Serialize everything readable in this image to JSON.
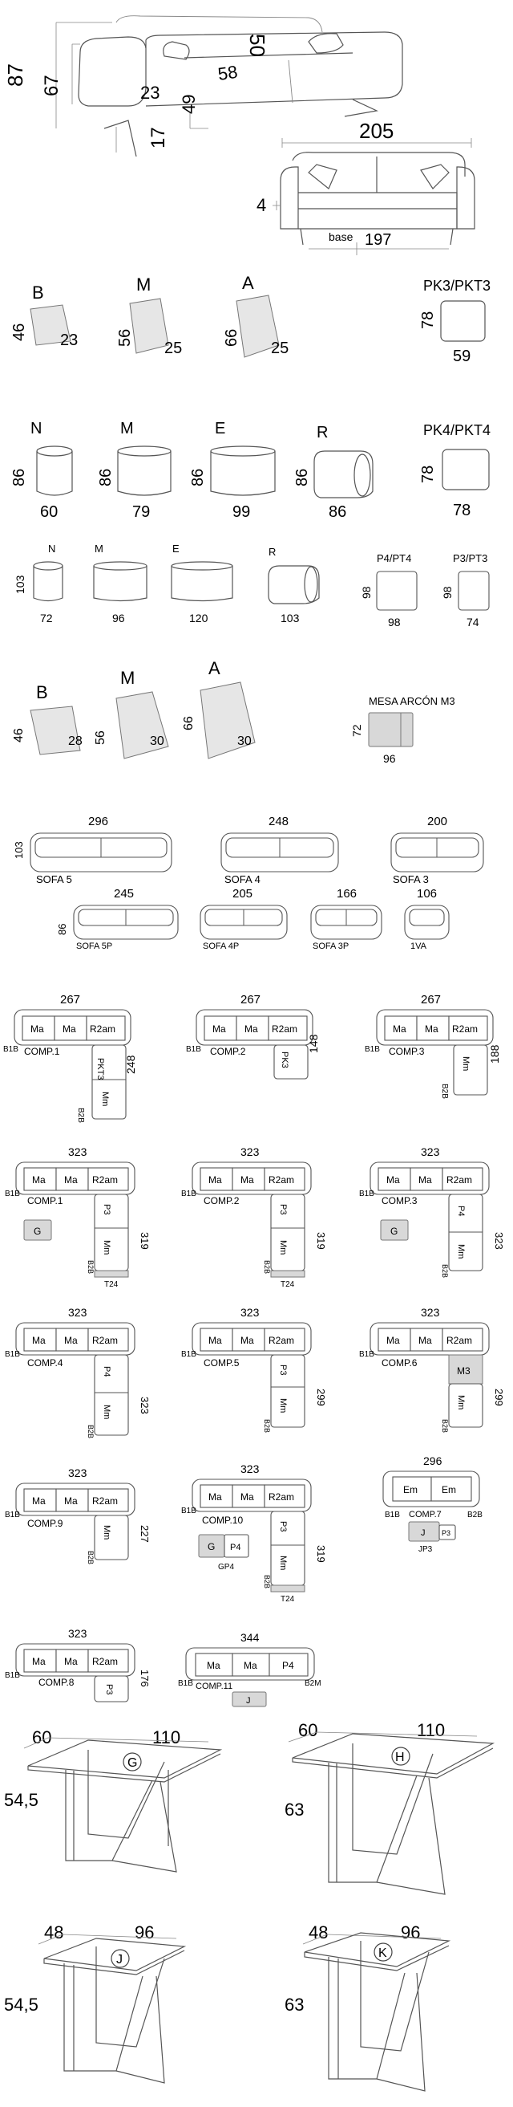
{
  "hero": {
    "side": {
      "h87": "87",
      "h67": "67",
      "d23": "23",
      "d58": "58",
      "d50": "50",
      "h49": "49",
      "h17": "17"
    },
    "front": {
      "w205": "205",
      "h4": "4",
      "base_label": "base",
      "w197": "197"
    }
  },
  "cushions_a": [
    {
      "letter": "B",
      "h": "46",
      "w": "23"
    },
    {
      "letter": "M",
      "h": "56",
      "w": "25"
    },
    {
      "letter": "A",
      "h": "66",
      "w": "25"
    }
  ],
  "pk3": {
    "title": "PK3/PKT3",
    "h": "78",
    "w": "59"
  },
  "poufs_a": [
    {
      "letter": "N",
      "h": "86",
      "w": "60"
    },
    {
      "letter": "M",
      "h": "86",
      "w": "79"
    },
    {
      "letter": "E",
      "h": "86",
      "w": "99"
    },
    {
      "letter": "R",
      "h": "86",
      "w": "86"
    }
  ],
  "pk4": {
    "title": "PK4/PKT4",
    "h": "78",
    "w": "78"
  },
  "poufs_b": [
    {
      "letter": "N",
      "h": "103",
      "w": "72"
    },
    {
      "letter": "M",
      "h": "",
      "w": "96"
    },
    {
      "letter": "E",
      "h": "",
      "w": "120"
    },
    {
      "letter": "R",
      "h": "",
      "w": "103"
    }
  ],
  "p4": {
    "title": "P4/PT4",
    "h": "98",
    "w": "98"
  },
  "p3": {
    "title": "P3/PT3",
    "h": "98",
    "w": "74"
  },
  "cushions_b": [
    {
      "letter": "B",
      "h": "46",
      "w": "28"
    },
    {
      "letter": "M",
      "h": "56",
      "w": "30"
    },
    {
      "letter": "A",
      "h": "66",
      "w": "30"
    }
  ],
  "mesa": {
    "title": "MESA ARCÓN M3",
    "h": "72",
    "w": "96"
  },
  "sofas_top": [
    {
      "w": "296",
      "label": "SOFA 5",
      "h": "103"
    },
    {
      "w": "248",
      "label": "SOFA 4"
    },
    {
      "w": "200",
      "label": "SOFA 3"
    }
  ],
  "sofas_bottom": [
    {
      "w": "245",
      "label": "SOFA 5P",
      "h": "86"
    },
    {
      "w": "205",
      "label": "SOFA 4P"
    },
    {
      "w": "166",
      "label": "SOFA 3P"
    },
    {
      "w": "106",
      "label": "1VA"
    }
  ],
  "comps_row1": [
    {
      "w": "267",
      "name": "COMP.1",
      "side": "248",
      "mods": [
        "Ma",
        "Ma",
        "R2am"
      ],
      "vert": [
        "PKT3",
        "Mm"
      ],
      "left": "B1B",
      "end": "B2B"
    },
    {
      "w": "267",
      "name": "COMP.2",
      "side": "148",
      "mods": [
        "Ma",
        "Ma",
        "R2am"
      ],
      "vert": [
        "PK3"
      ],
      "left": "B1B",
      "end": ""
    },
    {
      "w": "267",
      "name": "COMP.3",
      "side": "188",
      "mods": [
        "Ma",
        "Ma",
        "R2am"
      ],
      "vert": [
        "Mm"
      ],
      "left": "B1B",
      "end": "B2B"
    }
  ],
  "comps_row2": [
    {
      "w": "323",
      "name": "COMP.1",
      "side": "319",
      "mods": [
        "Ma",
        "Ma",
        "R2am"
      ],
      "vert": [
        "P3",
        "Mm"
      ],
      "left": "B1B",
      "end": "B2B",
      "bottom": "T24",
      "table": "G"
    },
    {
      "w": "323",
      "name": "COMP.2",
      "side": "319",
      "mods": [
        "Ma",
        "Ma",
        "R2am"
      ],
      "vert": [
        "P3",
        "Mm"
      ],
      "left": "B1B",
      "end": "B2B",
      "bottom": "T24",
      "table": ""
    },
    {
      "w": "323",
      "name": "COMP.3",
      "side": "323",
      "mods": [
        "Ma",
        "Ma",
        "R2am"
      ],
      "vert": [
        "P4",
        "Mm"
      ],
      "left": "B1B",
      "end": "B2B",
      "bottom": "",
      "table": "G"
    }
  ],
  "comps_row3": [
    {
      "w": "323",
      "name": "COMP.4",
      "side": "323",
      "mods": [
        "Ma",
        "Ma",
        "R2am"
      ],
      "vert": [
        "P4",
        "Mm"
      ],
      "left": "B1B",
      "end": "B2B"
    },
    {
      "w": "323",
      "name": "COMP.5",
      "side": "299",
      "mods": [
        "Ma",
        "Ma",
        "R2am"
      ],
      "vert": [
        "P3",
        "Mm"
      ],
      "left": "B1B",
      "end": "B2B"
    },
    {
      "w": "323",
      "name": "COMP.6",
      "side": "299",
      "mods": [
        "Ma",
        "Ma",
        "R2am"
      ],
      "vert": [
        "M3",
        "Mm"
      ],
      "left": "B1B",
      "end": "B2B"
    }
  ],
  "comps_row4": [
    {
      "w": "323",
      "name": "COMP.9",
      "side": "227",
      "mods": [
        "Ma",
        "Ma",
        "R2am"
      ],
      "vert": [
        "Mm"
      ],
      "left": "B1B",
      "end": "B2B"
    },
    {
      "w": "323",
      "name": "COMP.10",
      "side": "319",
      "mods": [
        "Ma",
        "Ma",
        "R2am"
      ],
      "vert": [
        "P3",
        "Mm"
      ],
      "left": "B1B",
      "end": "B2B",
      "bottom": "T24",
      "extra_g": "G",
      "extra_p": "P4",
      "extra_label": "GP4"
    },
    {
      "w": "296",
      "name": "COMP.7",
      "mods": [
        "Em",
        "Em"
      ],
      "left": "B1B",
      "right": "B2B",
      "j": "J",
      "p3": "P3",
      "jlabel": "JP3"
    }
  ],
  "comps_row5": [
    {
      "w": "323",
      "name": "COMP.8",
      "side": "176",
      "mods": [
        "Ma",
        "Ma",
        "R2am"
      ],
      "vert": [
        "P3"
      ],
      "left": "B1B"
    },
    {
      "w": "344",
      "name": "COMP.11",
      "mods": [
        "Ma",
        "Ma",
        "P4"
      ],
      "left": "B1B",
      "right": "B2M",
      "j": "J"
    }
  ],
  "tables": [
    {
      "letter": "G",
      "d": "60",
      "w": "110",
      "h": "54,5"
    },
    {
      "letter": "H",
      "d": "60",
      "w": "110",
      "h": "63"
    },
    {
      "letter": "J",
      "d": "48",
      "w": "96",
      "h": "54,5"
    },
    {
      "letter": "K",
      "d": "48",
      "w": "96",
      "h": "63"
    }
  ],
  "colors": {
    "line": "#555555",
    "shade": "#d8d8d8",
    "text": "#1a1a1a"
  }
}
